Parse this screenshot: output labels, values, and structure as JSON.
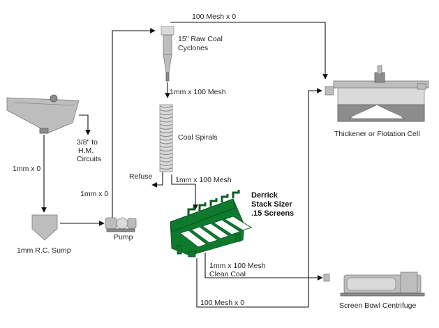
{
  "labels": {
    "flow_100mesh_top": "100 Mesh x 0",
    "cyclones_line1": "15\" Raw Coal",
    "cyclones_line2": "Cyclones",
    "flow_1mm_100mesh": "1mm x 100 Mesh",
    "spirals": "Coal Spirals",
    "refuse": "Refuse",
    "flow_1mm_100mesh_2": "1mm x 100 Mesh",
    "hm_line1": "3/8\" to",
    "hm_line2": "H.M.",
    "hm_line3": "Circuits",
    "flow_1mm_x0_left": "1mm x 0",
    "flow_1mm_x0_pump": "1mm x 0",
    "sump": "1mm R.C. Sump",
    "pump": "Pump",
    "derrick_line1": "Derrick",
    "derrick_line2": "Stack Sizer",
    "derrick_line3": ".15 Screens",
    "clean_coal_line1": "1mm x 100 Mesh",
    "clean_coal_line2": "Clean Coal",
    "flow_100mesh_bottom": "100 Mesh x 0",
    "thickener": "Thickener or Flotation Cell",
    "centrifuge": "Screen Bowl Centrifuge"
  },
  "colors": {
    "equipment_gray": "#bdbdbd",
    "stack_sizer_green": "#0e7a2e",
    "flow_line": "#111111"
  }
}
